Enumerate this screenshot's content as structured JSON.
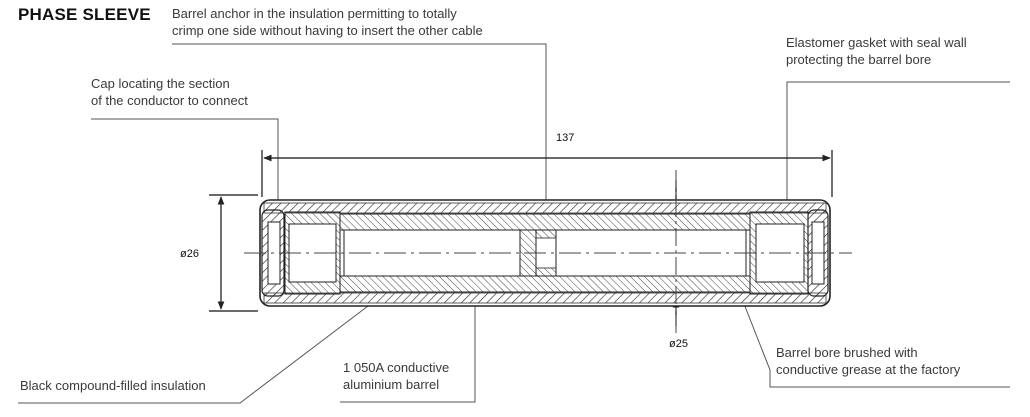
{
  "title": "PHASE SLEEVE",
  "callouts": {
    "barrel_anchor": [
      "Barrel anchor in the insulation permitting to totally",
      "crimp one side without having to insert the other cable"
    ],
    "cap_locating": [
      "Cap locating the section",
      "of the conductor to connect"
    ],
    "elastomer_gasket": [
      "Elastomer gasket with seal wall",
      "protecting the barrel bore"
    ],
    "barrel_bore": [
      "Barrel bore brushed with",
      "conductive grease at the factory"
    ],
    "conductive_barrel": [
      "1 050A conductive",
      "aluminium barrel"
    ],
    "black_compound": "Black compound-filled insulation"
  },
  "dimensions": {
    "length": "137",
    "outer_diameter": "ø26",
    "inner_diameter": "ø25"
  }
}
